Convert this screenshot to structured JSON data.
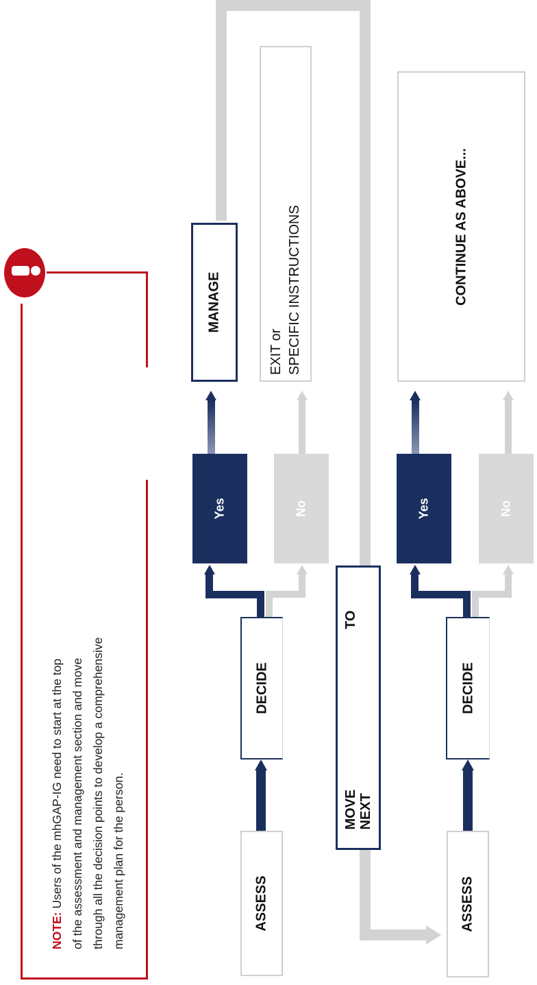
{
  "note": {
    "label": "NOTE:",
    "text": "Users of the mhGAP-IG need to start at the top of the assessment and management section and move through all the decision points to develop a comprehensive management plan for the person.",
    "lines": [
      "Users of the mhGAP-IG need to start at the top",
      "of the assessment and management section and move",
      "through all the decision points to develop a comprehensive",
      "management plan for the person."
    ],
    "icon": "exclamation-icon",
    "accent_color": "#c0101d"
  },
  "flow": {
    "row1": {
      "assess": "ASSESS",
      "decide": "DECIDE",
      "yes": "Yes",
      "no": "No",
      "manage": "MANAGE",
      "exit_line1": "EXIT or",
      "exit_line2": "SPECIFIC INSTRUCTIONS"
    },
    "move_next": {
      "move": "MOVE",
      "to": "TO",
      "next": "NEXT"
    },
    "row2": {
      "assess": "ASSESS",
      "decide": "DECIDE",
      "yes": "Yes",
      "no": "No",
      "continue": "CONTINUE AS ABOVE..."
    }
  },
  "colors": {
    "navy": "#1b2f5e",
    "grey": "#d3d3d3",
    "red": "#c0101d"
  }
}
